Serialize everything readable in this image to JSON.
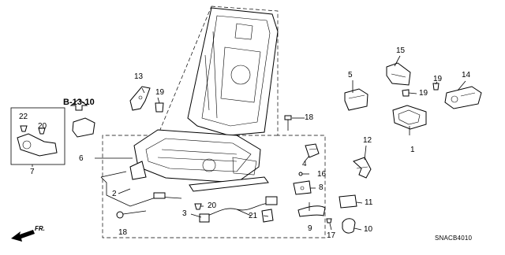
{
  "diagram": {
    "reference_label": "B-13-10",
    "diagram_code": "SNACB4010",
    "direction_label": "FR.",
    "callouts": [
      {
        "id": "c1",
        "text": "1"
      },
      {
        "id": "c2",
        "text": "2"
      },
      {
        "id": "c3",
        "text": "3"
      },
      {
        "id": "c4",
        "text": "4"
      },
      {
        "id": "c5",
        "text": "5"
      },
      {
        "id": "c6",
        "text": "6"
      },
      {
        "id": "c7",
        "text": "7"
      },
      {
        "id": "c8",
        "text": "8"
      },
      {
        "id": "c9",
        "text": "9"
      },
      {
        "id": "c10",
        "text": "10"
      },
      {
        "id": "c11",
        "text": "11"
      },
      {
        "id": "c12",
        "text": "12"
      },
      {
        "id": "c13",
        "text": "13"
      },
      {
        "id": "c14",
        "text": "14"
      },
      {
        "id": "c15",
        "text": "15"
      },
      {
        "id": "c16",
        "text": "16"
      },
      {
        "id": "c17",
        "text": "17"
      },
      {
        "id": "c18a",
        "text": "18"
      },
      {
        "id": "c18b",
        "text": "18"
      },
      {
        "id": "c19a",
        "text": "19"
      },
      {
        "id": "c19b",
        "text": "19"
      },
      {
        "id": "c19c",
        "text": "19"
      },
      {
        "id": "c20a",
        "text": "20"
      },
      {
        "id": "c20b",
        "text": "20"
      },
      {
        "id": "c21",
        "text": "21"
      },
      {
        "id": "c22",
        "text": "22"
      }
    ]
  }
}
